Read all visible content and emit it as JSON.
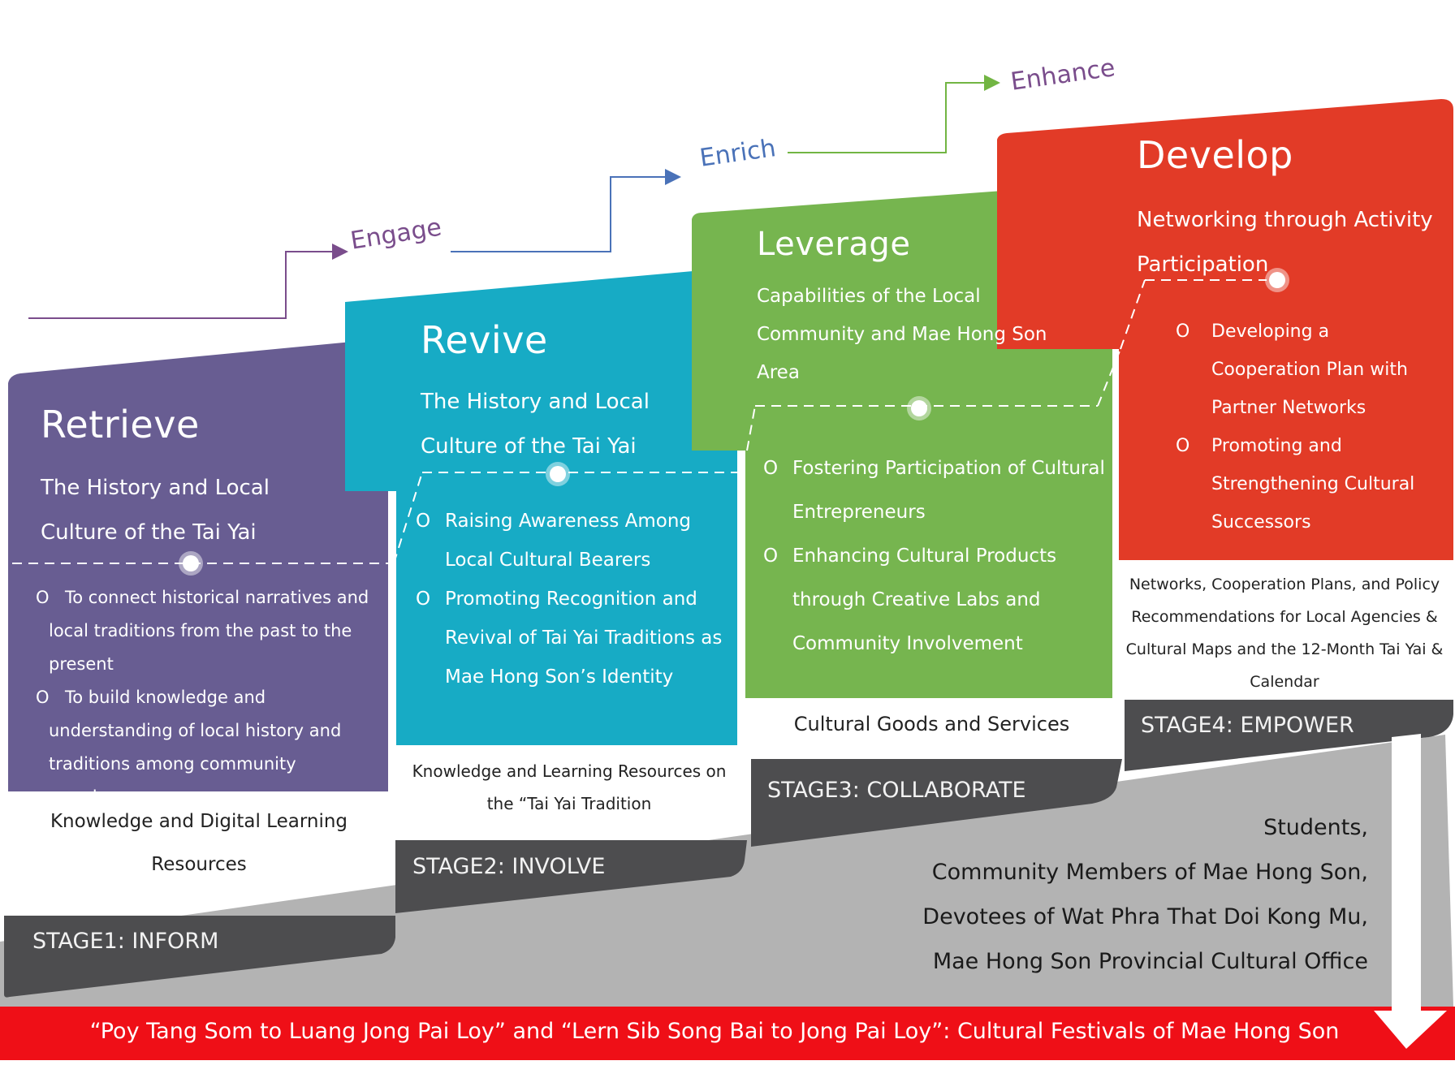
{
  "verbs": {
    "engage": "Engage",
    "enrich": "Enrich",
    "enhance": "Enhance"
  },
  "colors": {
    "retrieve": "#685d92",
    "revive": "#17abc5",
    "leverage": "#76b54f",
    "develop": "#e23b27",
    "stage_dark": "#4d4d4f",
    "ramp_gray": "#b3b3b3",
    "banner_red": "#ef0f17",
    "engage_line": "#7a4d8c",
    "enrich_line": "#4a72b8",
    "enhance_line": "#72b543"
  },
  "stages": [
    {
      "title": "Retrieve",
      "subtitle_1": "The History and Local",
      "subtitle_2": "Culture of the Tai Yai",
      "bullets": [
        {
          "l1": "To connect historical narratives and",
          "l2": "local traditions from the past to the",
          "l3": "present"
        },
        {
          "l1": "To build knowledge and",
          "l2": "understanding of local history and",
          "l3": "traditions among community members"
        }
      ],
      "output_1": "Knowledge and Digital Learning",
      "output_2": "Resources",
      "stage_label": "STAGE1: INFORM"
    },
    {
      "title": "Revive",
      "subtitle_1": "The History and Local",
      "subtitle_2": "Culture of the Tai Yai",
      "bullets": [
        {
          "l1": "Raising Awareness Among",
          "l2": "Local Cultural Bearers"
        },
        {
          "l1": "Promoting Recognition and",
          "l2": "Revival of Tai Yai Traditions as",
          "l3": "Mae Hong Son’s Identity"
        }
      ],
      "output_1": "Knowledge and Learning Resources on",
      "output_2": "the “Tai Yai Tradition",
      "stage_label": "STAGE2: INVOLVE"
    },
    {
      "title": "Leverage",
      "subtitle_1": "Capabilities of the Local",
      "subtitle_2": "Community and Mae Hong Son",
      "subtitle_3": "Area",
      "bullets": [
        {
          "l1": "Fostering Participation of Cultural",
          "l2": "Entrepreneurs"
        },
        {
          "l1": "Enhancing Cultural Products",
          "l2": "through Creative Labs and",
          "l3": "Community Involvement"
        }
      ],
      "output_1": "Cultural Goods and Services",
      "stage_label": "STAGE3: COLLABORATE"
    },
    {
      "title": "Develop",
      "subtitle_1": "Networking through Activity",
      "subtitle_2": "Participation",
      "bullets": [
        {
          "l1": "Developing a",
          "l2": "Cooperation Plan with",
          "l3": "Partner Networks"
        },
        {
          "l1": "Promoting and",
          "l2": "Strengthening Cultural",
          "l3": "Successors"
        }
      ],
      "output_1": "Networks, Cooperation Plans, and Policy",
      "output_2": "Recommendations for Local Agencies &",
      "output_3": "Cultural Maps and the 12-Month Tai Yai &",
      "output_4": "Calendar",
      "stage_label": "STAGE4: EMPOWER"
    }
  ],
  "bullet_symbol": "O",
  "audience": [
    "Students,",
    "Community Members of Mae Hong Son,",
    "Devotees of Wat Phra That Doi Kong Mu,",
    "Mae Hong Son Provincial Cultural Office"
  ],
  "banner": "“Poy Tang Som to Luang Jong Pai Loy” and “Lern Sib Song Bai to Jong Pai Loy”: Cultural Festivals of Mae Hong Son"
}
